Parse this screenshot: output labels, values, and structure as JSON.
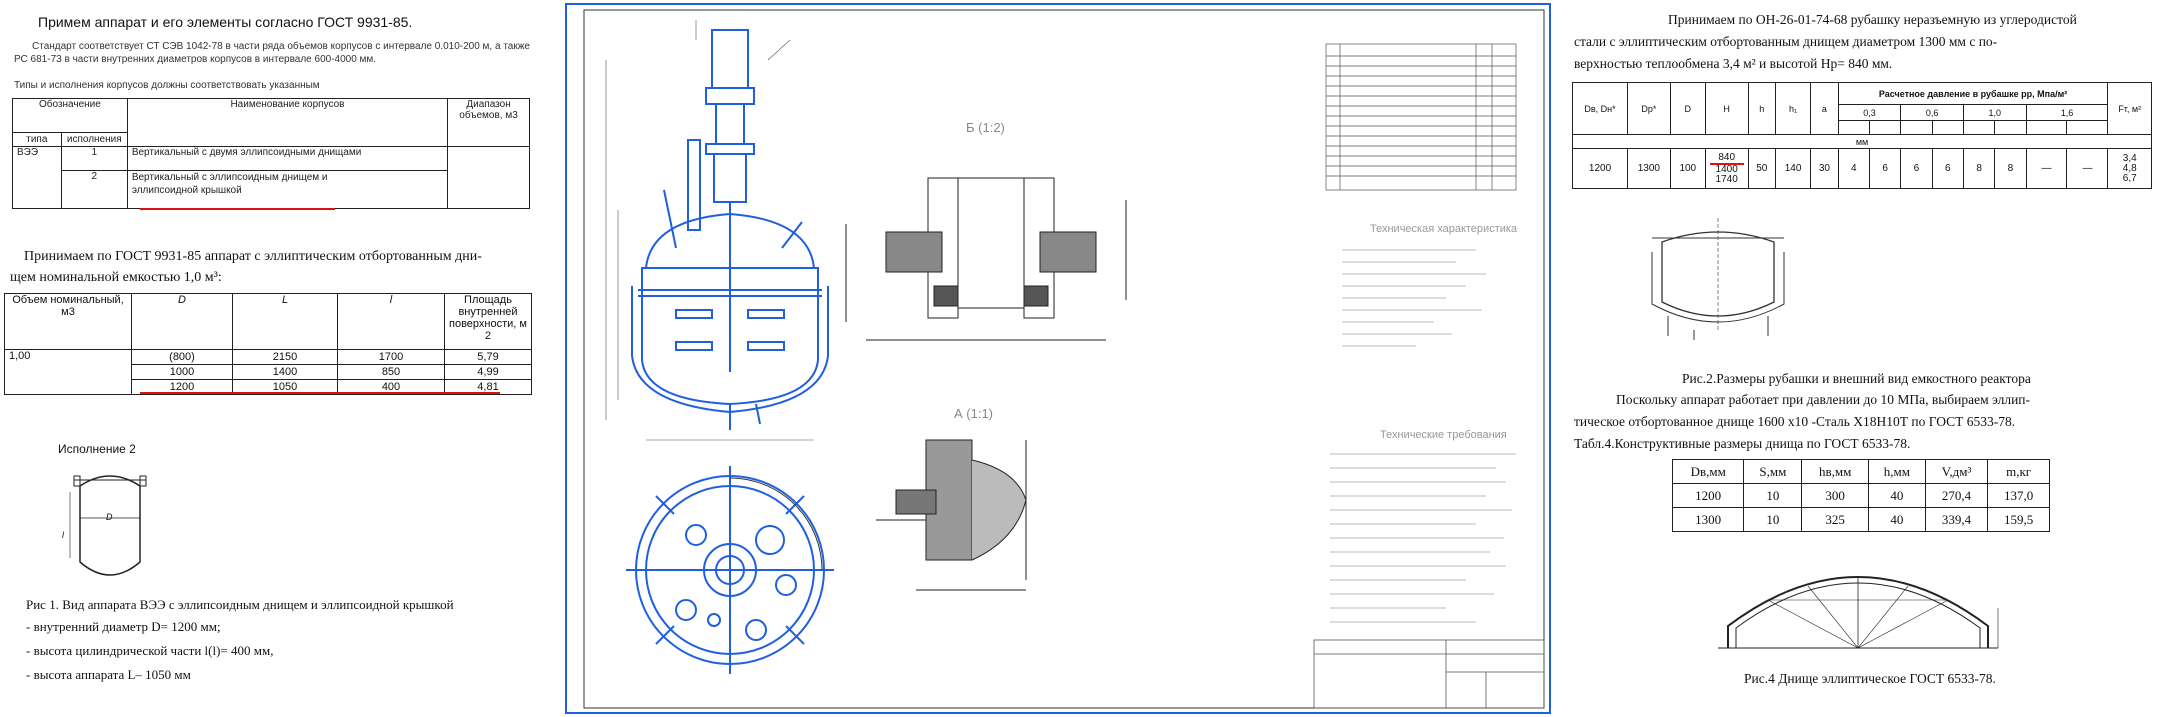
{
  "left": {
    "heading": "Примем аппарат и его элементы согласно ГОСТ 9931-85.",
    "standard_note": "Стандарт соответствует СТ СЭВ 1042-78 в части ряда объемов корпусов с интервале 0.010-200 м, а также РС 681-73 в части внутренних диаметров корпусов в интервале 600-4000 мм.",
    "types_note": "Типы и исполнения корпусов должны соответствовать указанным",
    "types_table": {
      "h_designation": "Обозначение",
      "h_name": "Наименование корпусов",
      "h_range": "Диапазон объемов, м3",
      "h_type": "типа",
      "h_exec": "исполнения",
      "r1_type": "ВЭЭ",
      "r1_exec": "1",
      "r1_name": "Вертикальный с двумя эллипсоидными днищами",
      "r2_exec": "2",
      "r2_name_a": "Вертикальный с эллипсоидным днищем и",
      "r2_name_b": "эллипсоидной крышкой"
    },
    "accept_text_1": "Принимаем по ГОСТ 9931-85 аппарат с эллиптическим отбортованным дни-",
    "accept_text_2": "щем номинальной емкостью 1,0 м³:",
    "vol_table": {
      "h_vol": "Объем номинальный, м3",
      "h_D": "D",
      "h_L": "L",
      "h_l": "l",
      "h_area": "Площадь внутренней поверхности, м 2",
      "vol": "1,00",
      "rows": [
        [
          "(800)",
          "2150",
          "1700",
          "5,79"
        ],
        [
          "1000",
          "1400",
          "850",
          "4,99"
        ],
        [
          "1200",
          "1050",
          "400",
          "4,81"
        ]
      ]
    },
    "exec_label": "Исполнение 2",
    "fig_D_label": "D",
    "fig_l_label": "l",
    "fig_caption": "Рис 1. Вид аппарата ВЭЭ с эллипсоидным днищем и эллипсоидной крышкой",
    "bullets": [
      "- внутренний диаметр D= 1200 мм;",
      "- высота цилиндрической части l(l)= 400 мм,",
      "- высота аппарата L– 1050 мм"
    ]
  },
  "drawing": {
    "view_b": "Б (1:2)",
    "view_a": "А (1:1)",
    "tech_spec": "Техническая характеристика",
    "tech_req": "Технические требования"
  },
  "right": {
    "para1_a": "Принимаем по ОН-26-01-74-68 рубашку неразъемную из углеродистой",
    "para1_b": "стали с эллиптическим отбортованным днищем диаметром 1300 мм с по-",
    "para1_c": "верхностью теплообмена 3,4 м² и  высотой Нр= 840 мм.",
    "jacket_table": {
      "headers": [
        "Dв, Dн*",
        "Dр*",
        "D",
        "H",
        "h",
        "h₁",
        "a"
      ],
      "pressure_header": "Расчетное давление в рубашке pр, Мпа/м²",
      "pressures": [
        "0,3",
        "0,6",
        "1,0",
        "1,6"
      ],
      "last_header": "Fт, м²",
      "unit": "мм",
      "row": [
        "1200",
        "1300",
        "100",
        "840",
        "1400",
        "1740",
        "50",
        "140",
        "30",
        "4",
        "6",
        "6",
        "6",
        "8",
        "8",
        "—",
        "—"
      ],
      "fvals": [
        "3,4",
        "4,8",
        "6,7"
      ]
    },
    "fig2_caption": "Рис.2.Размеры рубашки и внешний вид емкостного реактора",
    "para2_a": "Поскольку аппарат работает при давлении до 10 МПа, выбираем эллип-",
    "para2_b": "тическое  отбортованное днище 1600 х10 -Сталь Х18Н10Т по  ГОСТ 6533-78.",
    "para2_c": "Табл.4.Конструктивные размеры днища по ГОСТ 6533-78.",
    "bottom_table": {
      "headers": [
        "Dв,мм",
        "S,мм",
        "hв,мм",
        "h,мм",
        "V,дм³",
        "m,кг"
      ],
      "rows": [
        [
          "1200",
          "10",
          "300",
          "40",
          "270,4",
          "137,0"
        ],
        [
          "1300",
          "10",
          "325",
          "40",
          "339,4",
          "159,5"
        ]
      ]
    },
    "fig4_caption": "Рис.4 Днище эллиптическое ГОСТ 6533-78."
  }
}
